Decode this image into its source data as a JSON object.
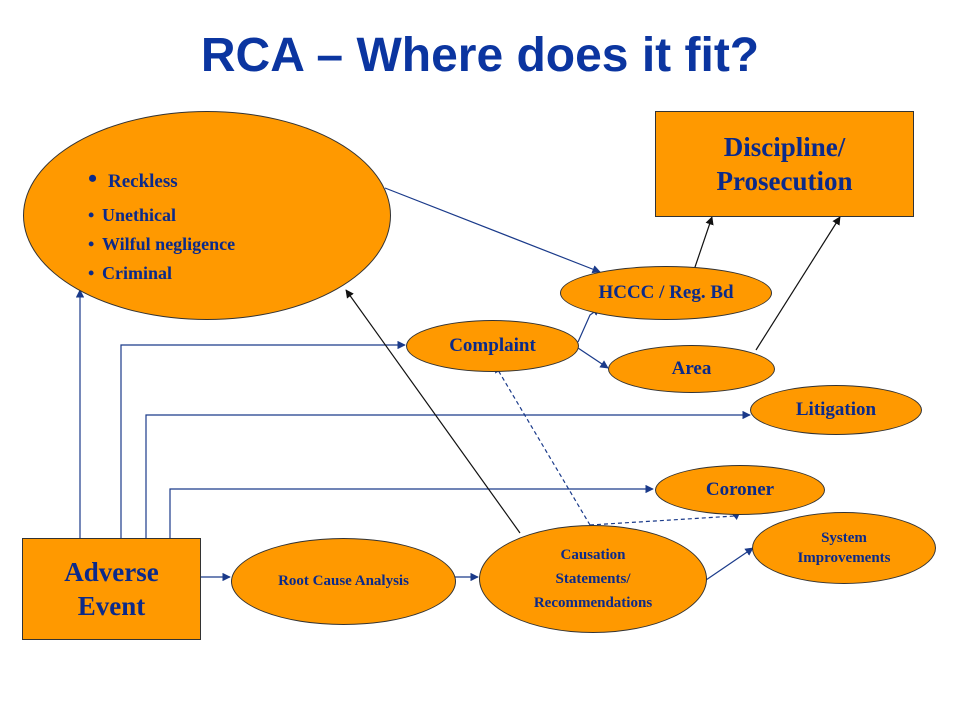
{
  "title": "RCA – Where does it fit?",
  "nodes": {
    "behaviours": {
      "items": [
        "Reckless",
        "Unethical",
        "Wilful negligence",
        "Criminal"
      ]
    },
    "discipline": {
      "label_line1": "Discipline/",
      "label_line2": "Prosecution"
    },
    "hccc": {
      "label": "HCCC / Reg. Bd"
    },
    "complaint": {
      "label": "Complaint"
    },
    "area": {
      "label": "Area"
    },
    "litigation": {
      "label": "Litigation"
    },
    "coroner": {
      "label": "Coroner"
    },
    "system_improvements": {
      "label_line1": "System",
      "label_line2": "Improvements"
    },
    "adverse_event": {
      "label_line1": "Adverse",
      "label_line2": "Event"
    },
    "root_cause_analysis": {
      "label": "Root Cause Analysis"
    },
    "causation": {
      "label_line1": "Causation",
      "label_line2": "Statements/",
      "label_line3": "Recommendations"
    }
  },
  "colors": {
    "title": "#0b35a0",
    "node_fill": "#ff9900",
    "node_text": "#0b2a8a",
    "solid_arrow": "#1a3a8a",
    "dashed_arrow": "#1a3a8a"
  }
}
